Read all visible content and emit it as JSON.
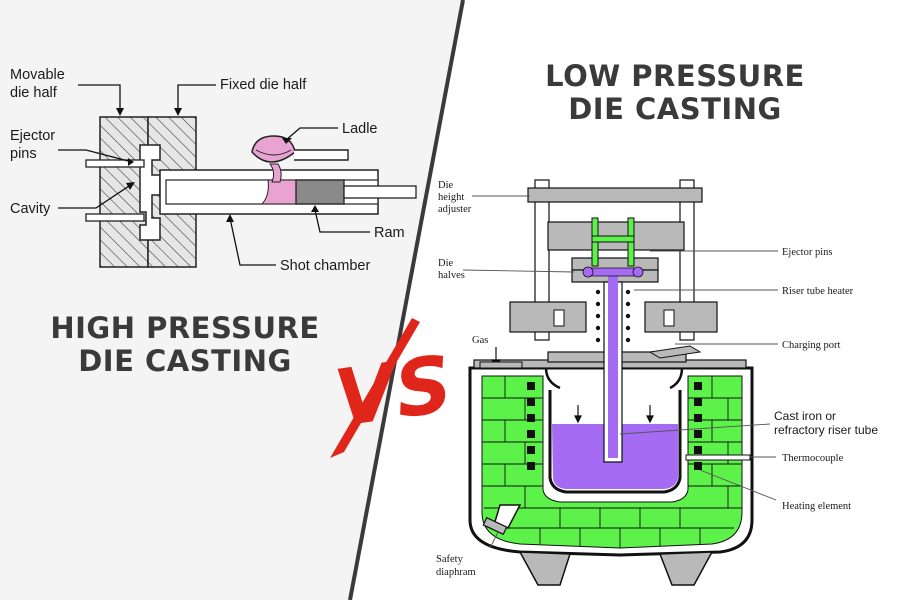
{
  "colors": {
    "molten_metal_pink": "#e8a3d3",
    "molten_metal_purple": "#a56bf2",
    "refractory_green": "#5df24a",
    "ejector_pins_green": "#5df24a",
    "vs_red": "#e0251b",
    "metal_gray": "#b9b9b9",
    "divider": "#3a3a3a"
  },
  "high_pressure": {
    "title_line1": "HIGH PRESSURE",
    "title_line2": "DIE CASTING",
    "labels": {
      "movable_die_half_1": "Movable",
      "movable_die_half_2": "die half",
      "fixed_die_half": "Fixed die half",
      "ejector_pins_1": "Ejector",
      "ejector_pins_2": "pins",
      "cavity": "Cavity",
      "ladle": "Ladle",
      "ram": "Ram",
      "shot_chamber": "Shot chamber"
    }
  },
  "vs_text": "VS",
  "low_pressure": {
    "title_line1": "LOW PRESSURE",
    "title_line2": "DIE CASTING",
    "labels": {
      "die_height_adjuster_1": "Die",
      "die_height_adjuster_2": "height",
      "die_height_adjuster_3": "adjuster",
      "die_halves_1": "Die",
      "die_halves_2": "halves",
      "gas": "Gas",
      "ejector_pins": "Ejector pins",
      "riser_tube_heater": "Riser tube heater",
      "charging_port": "Charging port",
      "cast_iron_1": "Cast iron or",
      "cast_iron_2": "refractory riser tube",
      "thermocouple": "Thermocouple",
      "heating_element": "Heating element",
      "safety_diaphram_1": "Safety",
      "safety_diaphram_2": "diaphram"
    }
  }
}
